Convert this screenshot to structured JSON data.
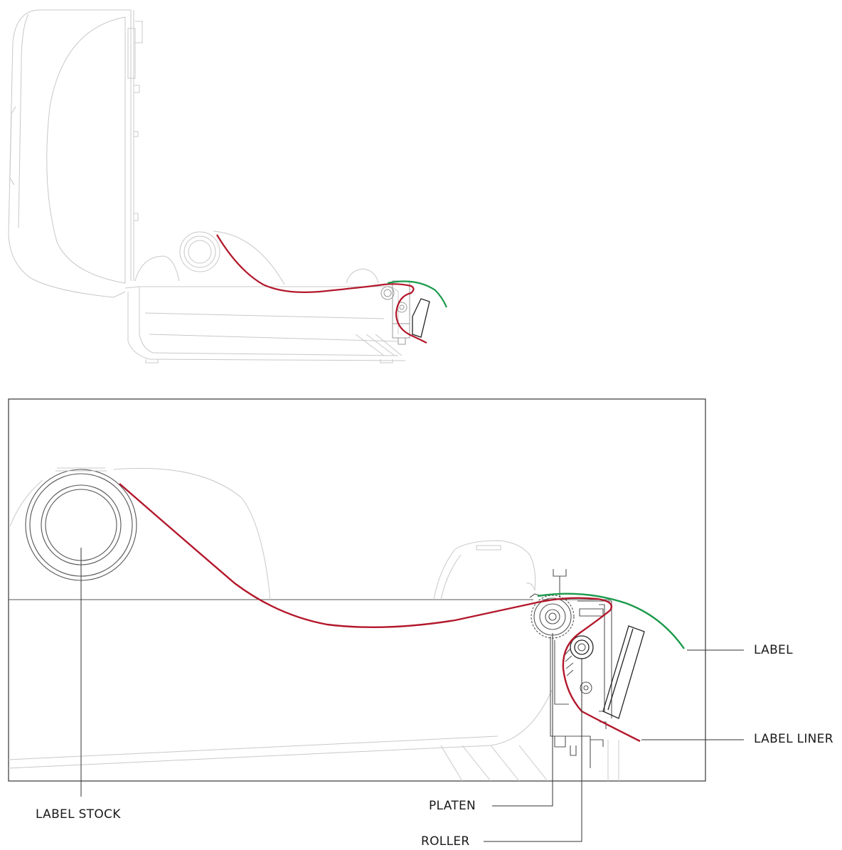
{
  "labels": {
    "label": "LABEL",
    "label_liner": "LABEL LINER",
    "label_stock": "LABEL STOCK",
    "platen": "PLATEN",
    "roller": "ROLLER"
  },
  "colors": {
    "label_path": "#1a9a4a",
    "liner_path": "#b3172b",
    "outline": "#555555",
    "leader": "#333333"
  }
}
